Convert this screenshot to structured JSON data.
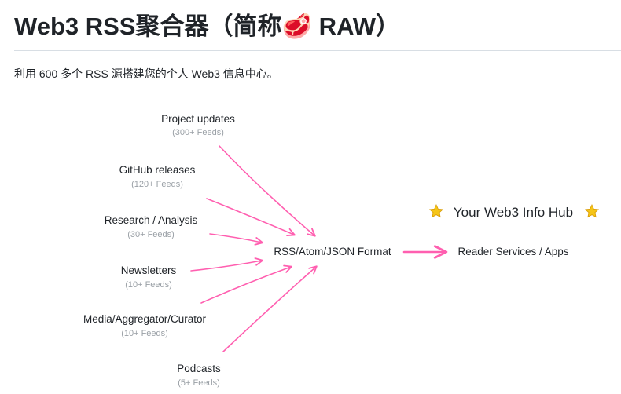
{
  "page": {
    "title": "Web3 RSS聚合器（简称🥩 RAW）",
    "intro": "利用 600 多个 RSS 源搭建您的个人 Web3 信息中心。"
  },
  "diagram": {
    "arrow_color": "#ff5fb0",
    "sources": [
      {
        "name": "Project updates",
        "count": "(300+ Feeds)"
      },
      {
        "name": "GitHub releases",
        "count": "(120+ Feeds)"
      },
      {
        "name": "Research / Analysis",
        "count": "(30+ Feeds)"
      },
      {
        "name": "Newsletters",
        "count": "(10+ Feeds)"
      },
      {
        "name": "Media/Aggregator/Curator",
        "count": "(10+ Feeds)"
      },
      {
        "name": "Podcasts",
        "count": "(5+ Feeds)"
      }
    ],
    "format_node": "RSS/Atom/JSON Format",
    "output_node": "Reader Services / Apps",
    "hub_title": "Your Web3 Info Hub",
    "hub_icon": "star-icon"
  }
}
